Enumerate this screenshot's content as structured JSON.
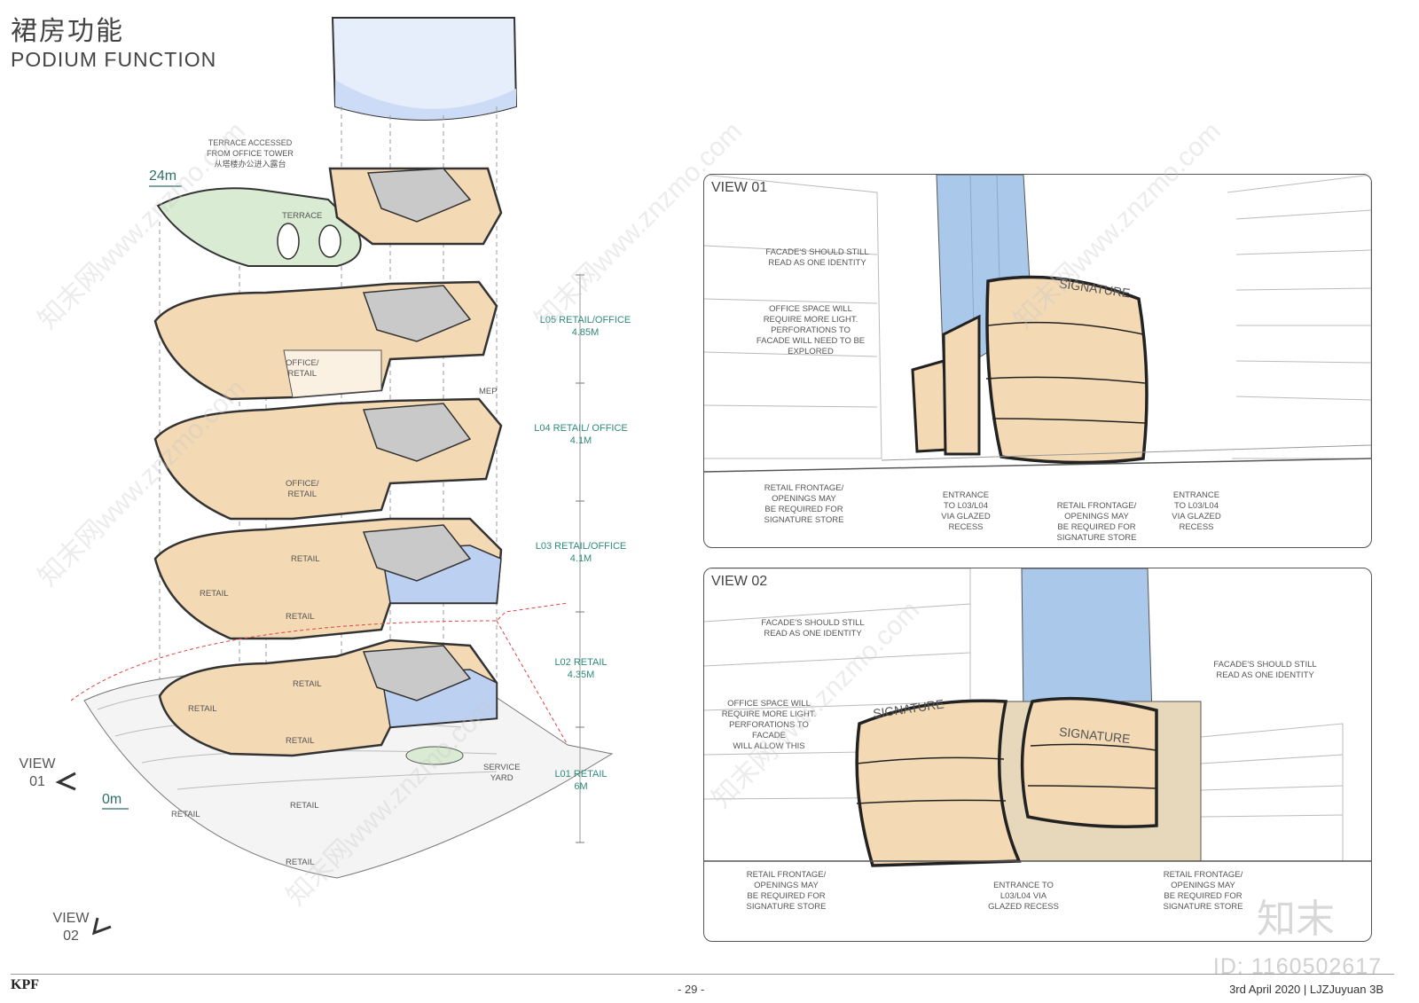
{
  "header": {
    "title_cn": "裙房功能",
    "title_en": "PODIUM FUNCTION"
  },
  "axon": {
    "terrace_note": [
      "TERRACE ACCESSED",
      "FROM OFFICE TOWER",
      "从塔楼办公进入露台"
    ],
    "height_top": "24m",
    "height_bottom": "0m",
    "terrace_label": "TERRACE",
    "office_retail_1": [
      "OFFICE/",
      "RETAIL"
    ],
    "office_retail_2": [
      "OFFICE/",
      "RETAIL"
    ],
    "mep": "MEP",
    "retail_labels": [
      "RETAIL",
      "RETAIL",
      "RETAIL",
      "RETAIL",
      "RETAIL",
      "RETAIL",
      "RETAIL",
      "RETAIL",
      "RETAIL"
    ],
    "service_yard": [
      "SERVICE",
      "YARD"
    ],
    "levels": [
      {
        "name": "L05 RETAIL/OFFICE",
        "height": "4.85M"
      },
      {
        "name": "L04 RETAIL/ OFFICE",
        "height": "4.1M"
      },
      {
        "name": "L03 RETAIL/OFFICE",
        "height": "4.1M"
      },
      {
        "name": "L02 RETAIL",
        "height": "4.35M"
      },
      {
        "name": "L01 RETAIL",
        "height": "6M"
      }
    ],
    "view01_tag": [
      "VIEW",
      "01"
    ],
    "view02_tag": [
      "VIEW",
      "02"
    ]
  },
  "view01": {
    "title": "VIEW 01",
    "signature": "SIGNATURE",
    "notes": {
      "facade": [
        "FACADE'S SHOULD STILL",
        "READ AS ONE IDENTITY"
      ],
      "office": [
        "OFFICE SPACE WILL",
        "REQUIRE MORE LIGHT.",
        "PERFORATIONS TO",
        "FACADE WILL NEED TO BE",
        "EXPLORED"
      ],
      "retail_left": [
        "RETAIL FRONTAGE/",
        "OPENINGS MAY",
        "BE REQUIRED FOR",
        "SIGNATURE STORE"
      ],
      "entrance_left": [
        "ENTRANCE",
        "TO L03/L04",
        "VIA GLAZED",
        "RECESS"
      ],
      "retail_mid": [
        "RETAIL FRONTAGE/",
        "OPENINGS MAY",
        "BE REQUIRED FOR",
        "SIGNATURE STORE"
      ],
      "entrance_right": [
        "ENTRANCE",
        "TO L03/L04",
        "VIA GLAZED",
        "RECESS"
      ]
    }
  },
  "view02": {
    "title": "VIEW 02",
    "signature_left": "SIGNATURE",
    "signature_right": "SIGNATURE",
    "notes": {
      "facade_left": [
        "FACADE'S SHOULD STILL",
        "READ AS ONE IDENTITY"
      ],
      "facade_right": [
        "FACADE'S SHOULD STILL",
        "READ AS ONE IDENTITY"
      ],
      "office": [
        "OFFICE SPACE WILL",
        "REQUIRE MORE LIGHT.",
        "PERFORATIONS TO FACADE",
        "WILL ALLOW THIS"
      ],
      "retail_left": [
        "RETAIL FRONTAGE/",
        "OPENINGS MAY",
        "BE REQUIRED FOR",
        "SIGNATURE STORE"
      ],
      "entrance": [
        "ENTRANCE TO",
        "L03/L04 VIA",
        "GLAZED RECESS"
      ],
      "retail_right": [
        "RETAIL FRONTAGE/",
        "OPENINGS MAY",
        "BE REQUIRED FOR",
        "SIGNATURE STORE"
      ]
    }
  },
  "footer": {
    "firm": "KPF",
    "page": "- 29 -",
    "date": "3rd April 2020 | LJZJuyuan 3B"
  },
  "watermark": {
    "text": "知末网www.znzmo.com",
    "id": "ID: 1160502617",
    "brand": "知末"
  },
  "colors": {
    "slab": "#f3d9b4",
    "core": "#c9c9c9",
    "terrace": "#d9ecd3",
    "office": "#bcd0f2",
    "glass": "#a9c8ea",
    "accent": "#2f8a7a"
  }
}
